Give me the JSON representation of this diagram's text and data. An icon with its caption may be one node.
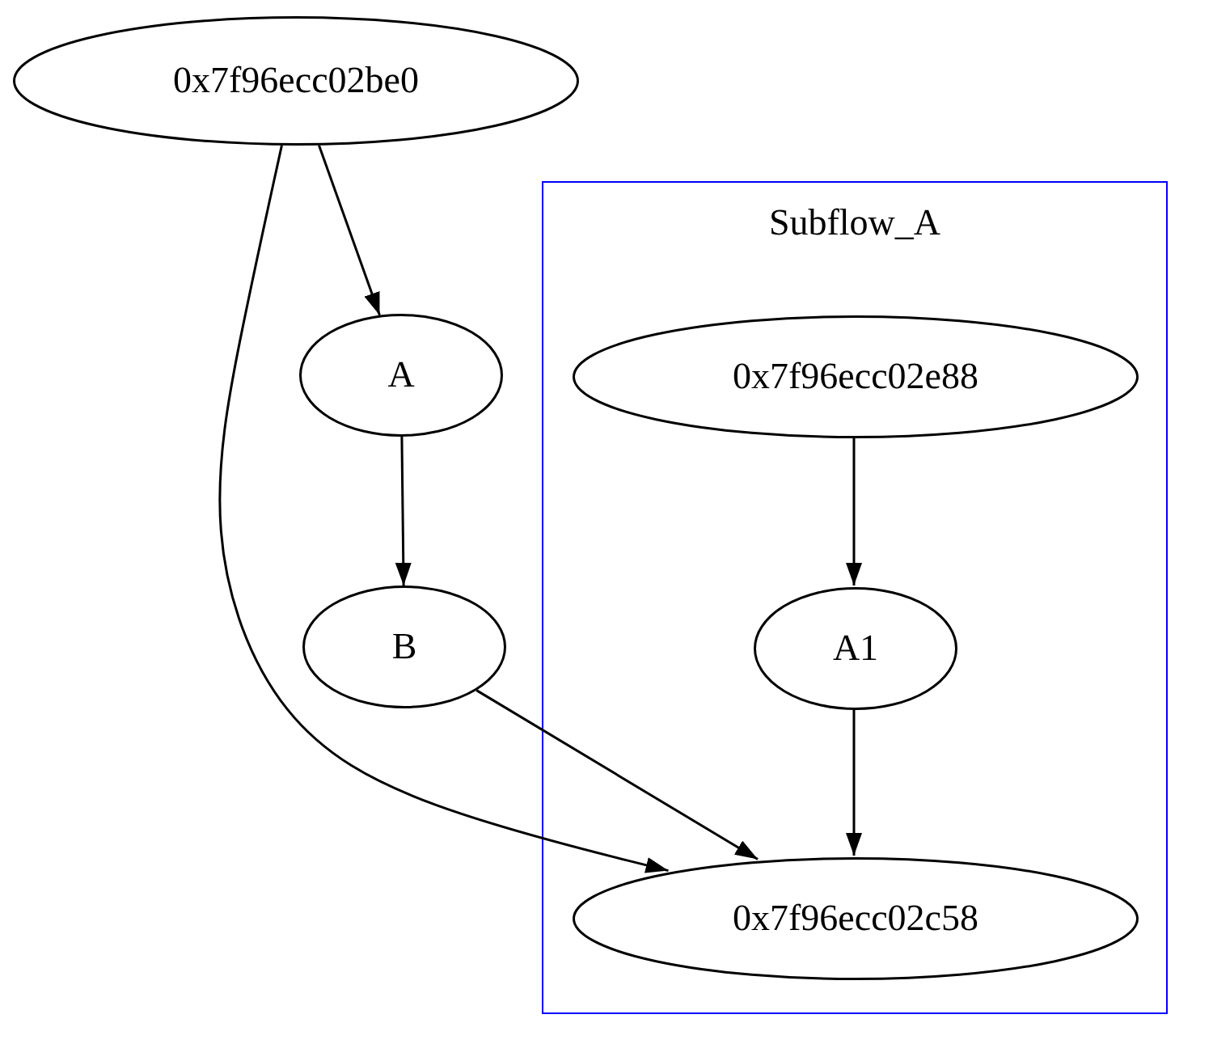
{
  "diagram": {
    "nodes": [
      {
        "text": [
          "0x7f96ecc02be0"
        ]
      },
      {
        "text": [
          "A"
        ]
      },
      {
        "text": [
          "B"
        ]
      },
      {
        "text": [
          "Subflow_A"
        ]
      },
      {
        "text": [
          "0x7f96ecc02e88"
        ],
        "in": 3
      },
      {
        "text": [
          "A1"
        ],
        "in": 3
      },
      {
        "text": [
          "0x7f96ecc02c58"
        ],
        "in": 3
      }
    ],
    "edges": [
      {
        "from": 0,
        "to": 1,
        "arrow": "to"
      },
      {
        "from": 1,
        "to": 2,
        "arrow": "to"
      },
      {
        "from": 0,
        "to": 6,
        "arrow": "to"
      },
      {
        "from": 2,
        "to": 6,
        "arrow": "to"
      },
      {
        "from": 4,
        "to": 5,
        "arrow": "to"
      },
      {
        "from": 5,
        "to": 6,
        "arrow": "to"
      }
    ]
  }
}
